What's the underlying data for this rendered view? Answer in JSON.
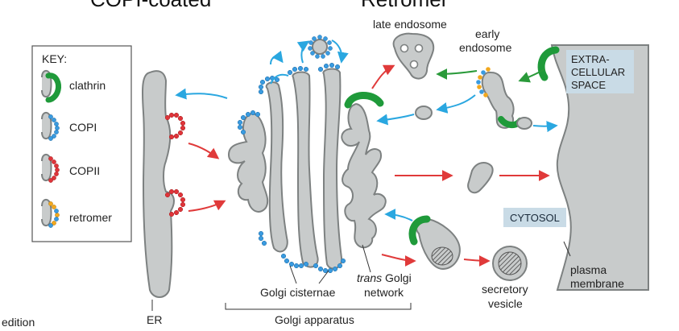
{
  "header": {
    "left_title_partial": "COPI-coated",
    "right_title_partial": "Retromer"
  },
  "key": {
    "title": "KEY:",
    "items": [
      {
        "label": "clathrin",
        "color": "#1f9a3a"
      },
      {
        "label": "COPI",
        "color": "#3a9be0"
      },
      {
        "label": "COPII",
        "color": "#e0343a"
      },
      {
        "label": "retromer",
        "color": "#f2a81e"
      }
    ]
  },
  "labels": {
    "late_endosome": "late endosome",
    "early_endosome_1": "early",
    "early_endosome_2": "endosome",
    "extracellular_1": "EXTRA-",
    "extracellular_2": "CELLULAR",
    "extracellular_3": "SPACE",
    "cytosol": "CYTOSOL",
    "plasma_membrane_1": "plasma",
    "plasma_membrane_2": "membrane",
    "secretory_vesicle_1": "secretory",
    "secretory_vesicle_2": "vesicle",
    "trans_golgi_1_italic": "trans",
    "trans_golgi_1_rest": " Golgi",
    "trans_golgi_2": "network",
    "golgi_cisternae": "Golgi cisternae",
    "golgi_apparatus": "Golgi apparatus",
    "er": "ER",
    "edition": "edition"
  },
  "colors": {
    "membrane_fill": "#c8cbcb",
    "membrane_stroke": "#7d8181",
    "arrow_blue": "#2aa7e0",
    "arrow_red": "#e03a3a",
    "arrow_green": "#2a9a3a",
    "label_box": "#c9dbe6"
  }
}
